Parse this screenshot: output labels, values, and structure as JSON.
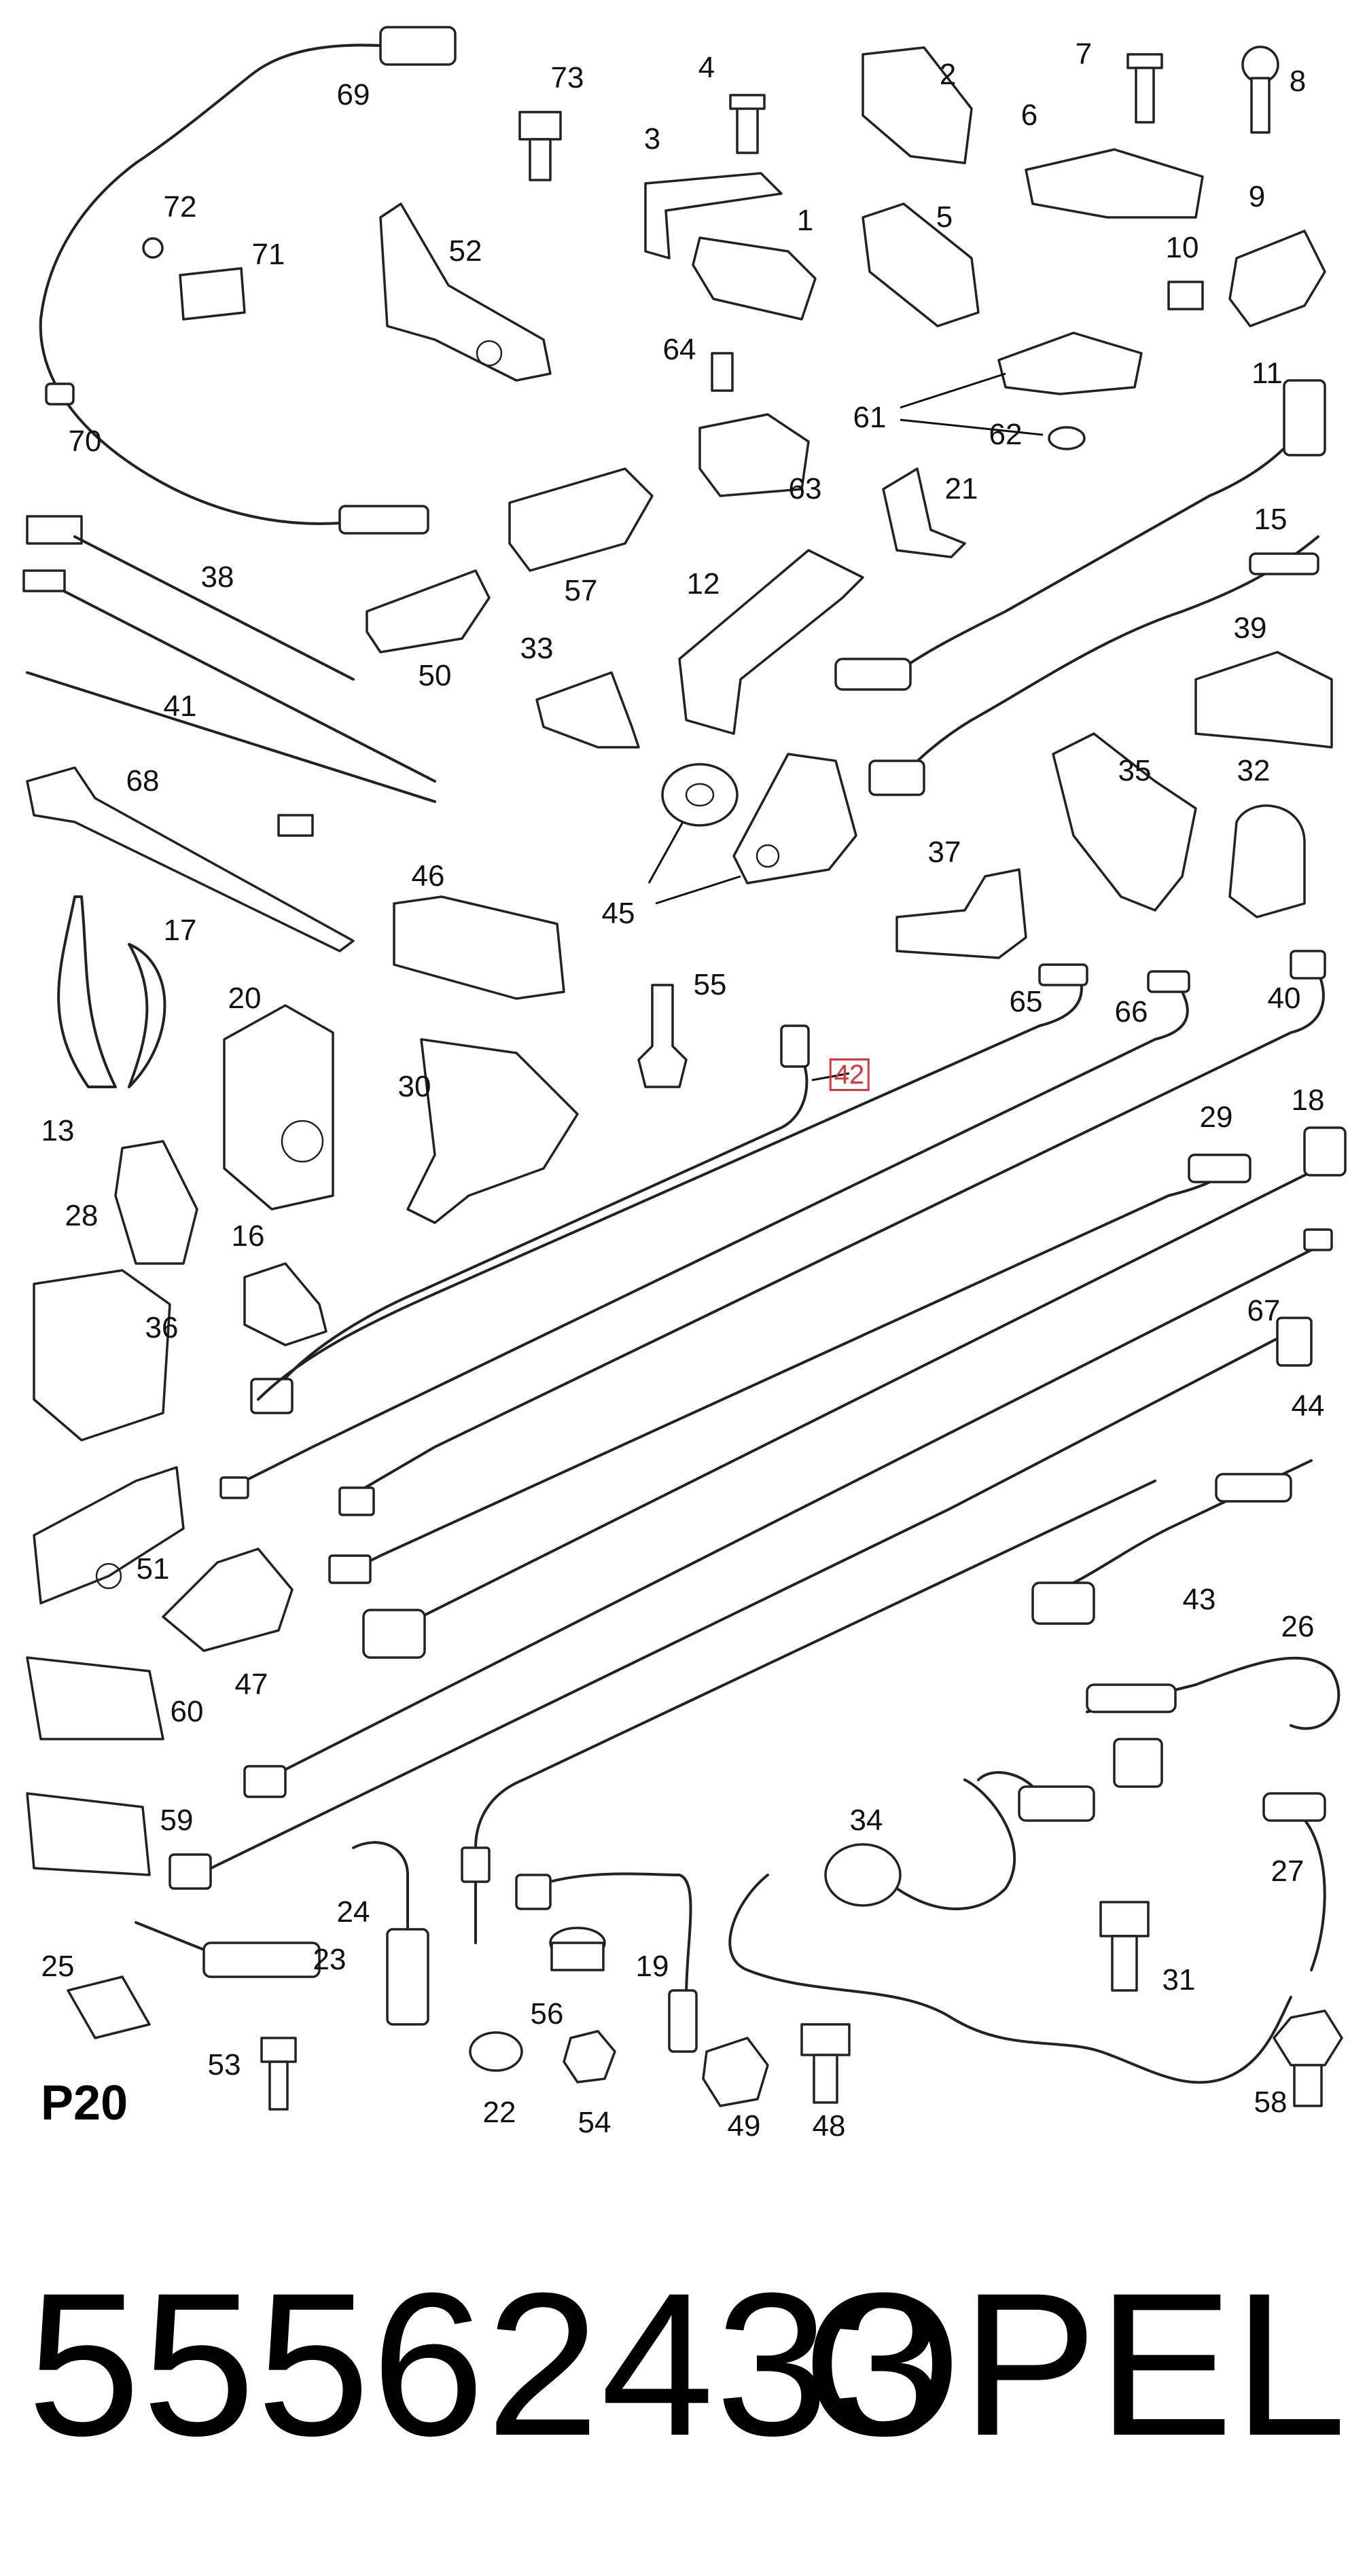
{
  "diagram": {
    "section_code": "P20",
    "highlighted_callout": "42",
    "callouts": {
      "c1": "1",
      "c2": "2",
      "c3": "3",
      "c4": "4",
      "c5": "5",
      "c6": "6",
      "c7": "7",
      "c8": "8",
      "c9": "9",
      "c10": "10",
      "c11": "11",
      "c12": "12",
      "c13": "13",
      "c15": "15",
      "c16": "16",
      "c17": "17",
      "c18": "18",
      "c19": "19",
      "c20": "20",
      "c21": "21",
      "c22": "22",
      "c23": "23",
      "c24": "24",
      "c25": "25",
      "c26": "26",
      "c27": "27",
      "c28": "28",
      "c29": "29",
      "c30": "30",
      "c31": "31",
      "c32": "32",
      "c33": "33",
      "c34": "34",
      "c35": "35",
      "c36": "36",
      "c37": "37",
      "c38": "38",
      "c39": "39",
      "c40": "40",
      "c41": "41",
      "c42": "42",
      "c43": "43",
      "c44": "44",
      "c45": "45",
      "c46": "46",
      "c47": "47",
      "c48": "48",
      "c49": "49",
      "c50": "50",
      "c51": "51",
      "c52": "52",
      "c53": "53",
      "c54": "54",
      "c55": "55",
      "c56": "56",
      "c57": "57",
      "c58": "58",
      "c59": "59",
      "c60": "60",
      "c61": "61",
      "c62": "62",
      "c63": "63",
      "c64": "64",
      "c65": "65",
      "c66": "66",
      "c67": "67",
      "c68": "68",
      "c69": "69",
      "c70": "70",
      "c71": "71",
      "c72": "72",
      "c73": "73"
    }
  },
  "footer": {
    "part_number": "55562433",
    "brand": "OPEL"
  },
  "colors": {
    "highlight": "#e0333a",
    "line": "#222222",
    "background": "#ffffff"
  }
}
